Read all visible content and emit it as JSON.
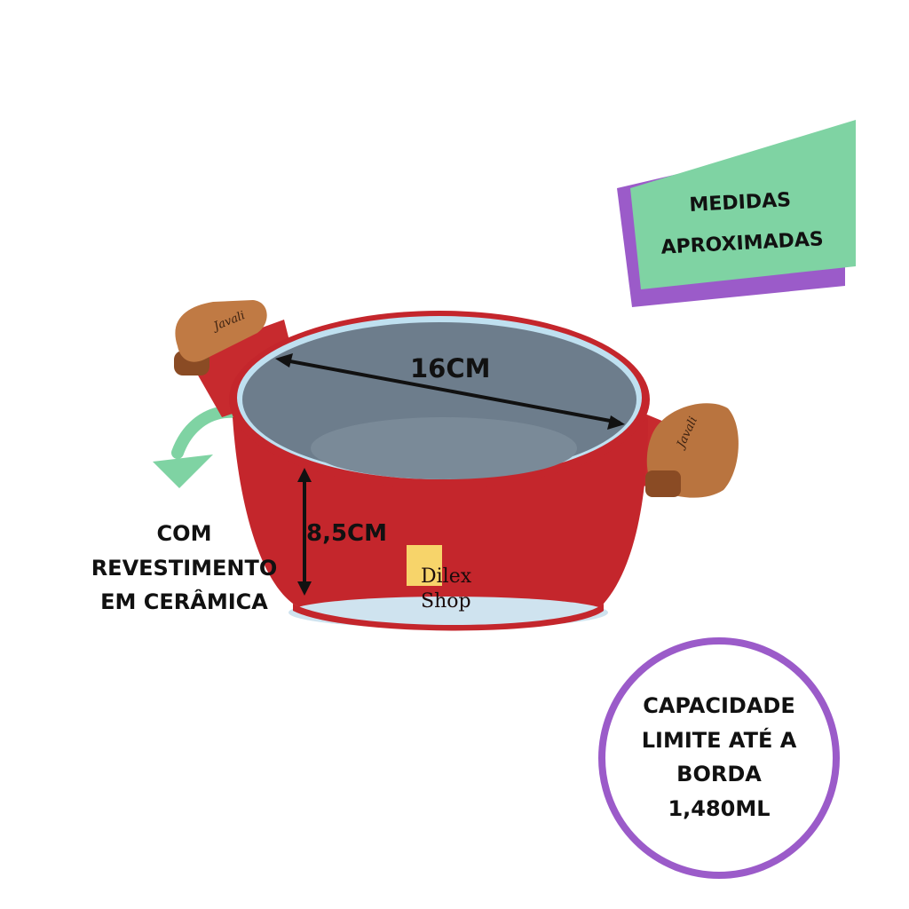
{
  "banner": {
    "line1": "MEDIDAS",
    "line2": "APROXIMADAS"
  },
  "capacity": {
    "line1": "CAPACIDADE",
    "line2": "LIMITE ATÉ A",
    "line3": "BORDA",
    "line4": "1,480ML"
  },
  "coating": {
    "line1": "COM",
    "line2": "REVESTIMENTO",
    "line3": "EM CERÂMICA"
  },
  "dimensions": {
    "diameter": "16CM",
    "height": "8,5CM"
  },
  "handle_brand": "Javali",
  "logo": {
    "line1": "Dilex",
    "line2": "Shop"
  },
  "colors": {
    "green": "#7fd3a3",
    "purple": "#9b5bc9",
    "pot_red": "#c4262c",
    "interior": "#6d7d8c",
    "wood": "#b8743f"
  }
}
